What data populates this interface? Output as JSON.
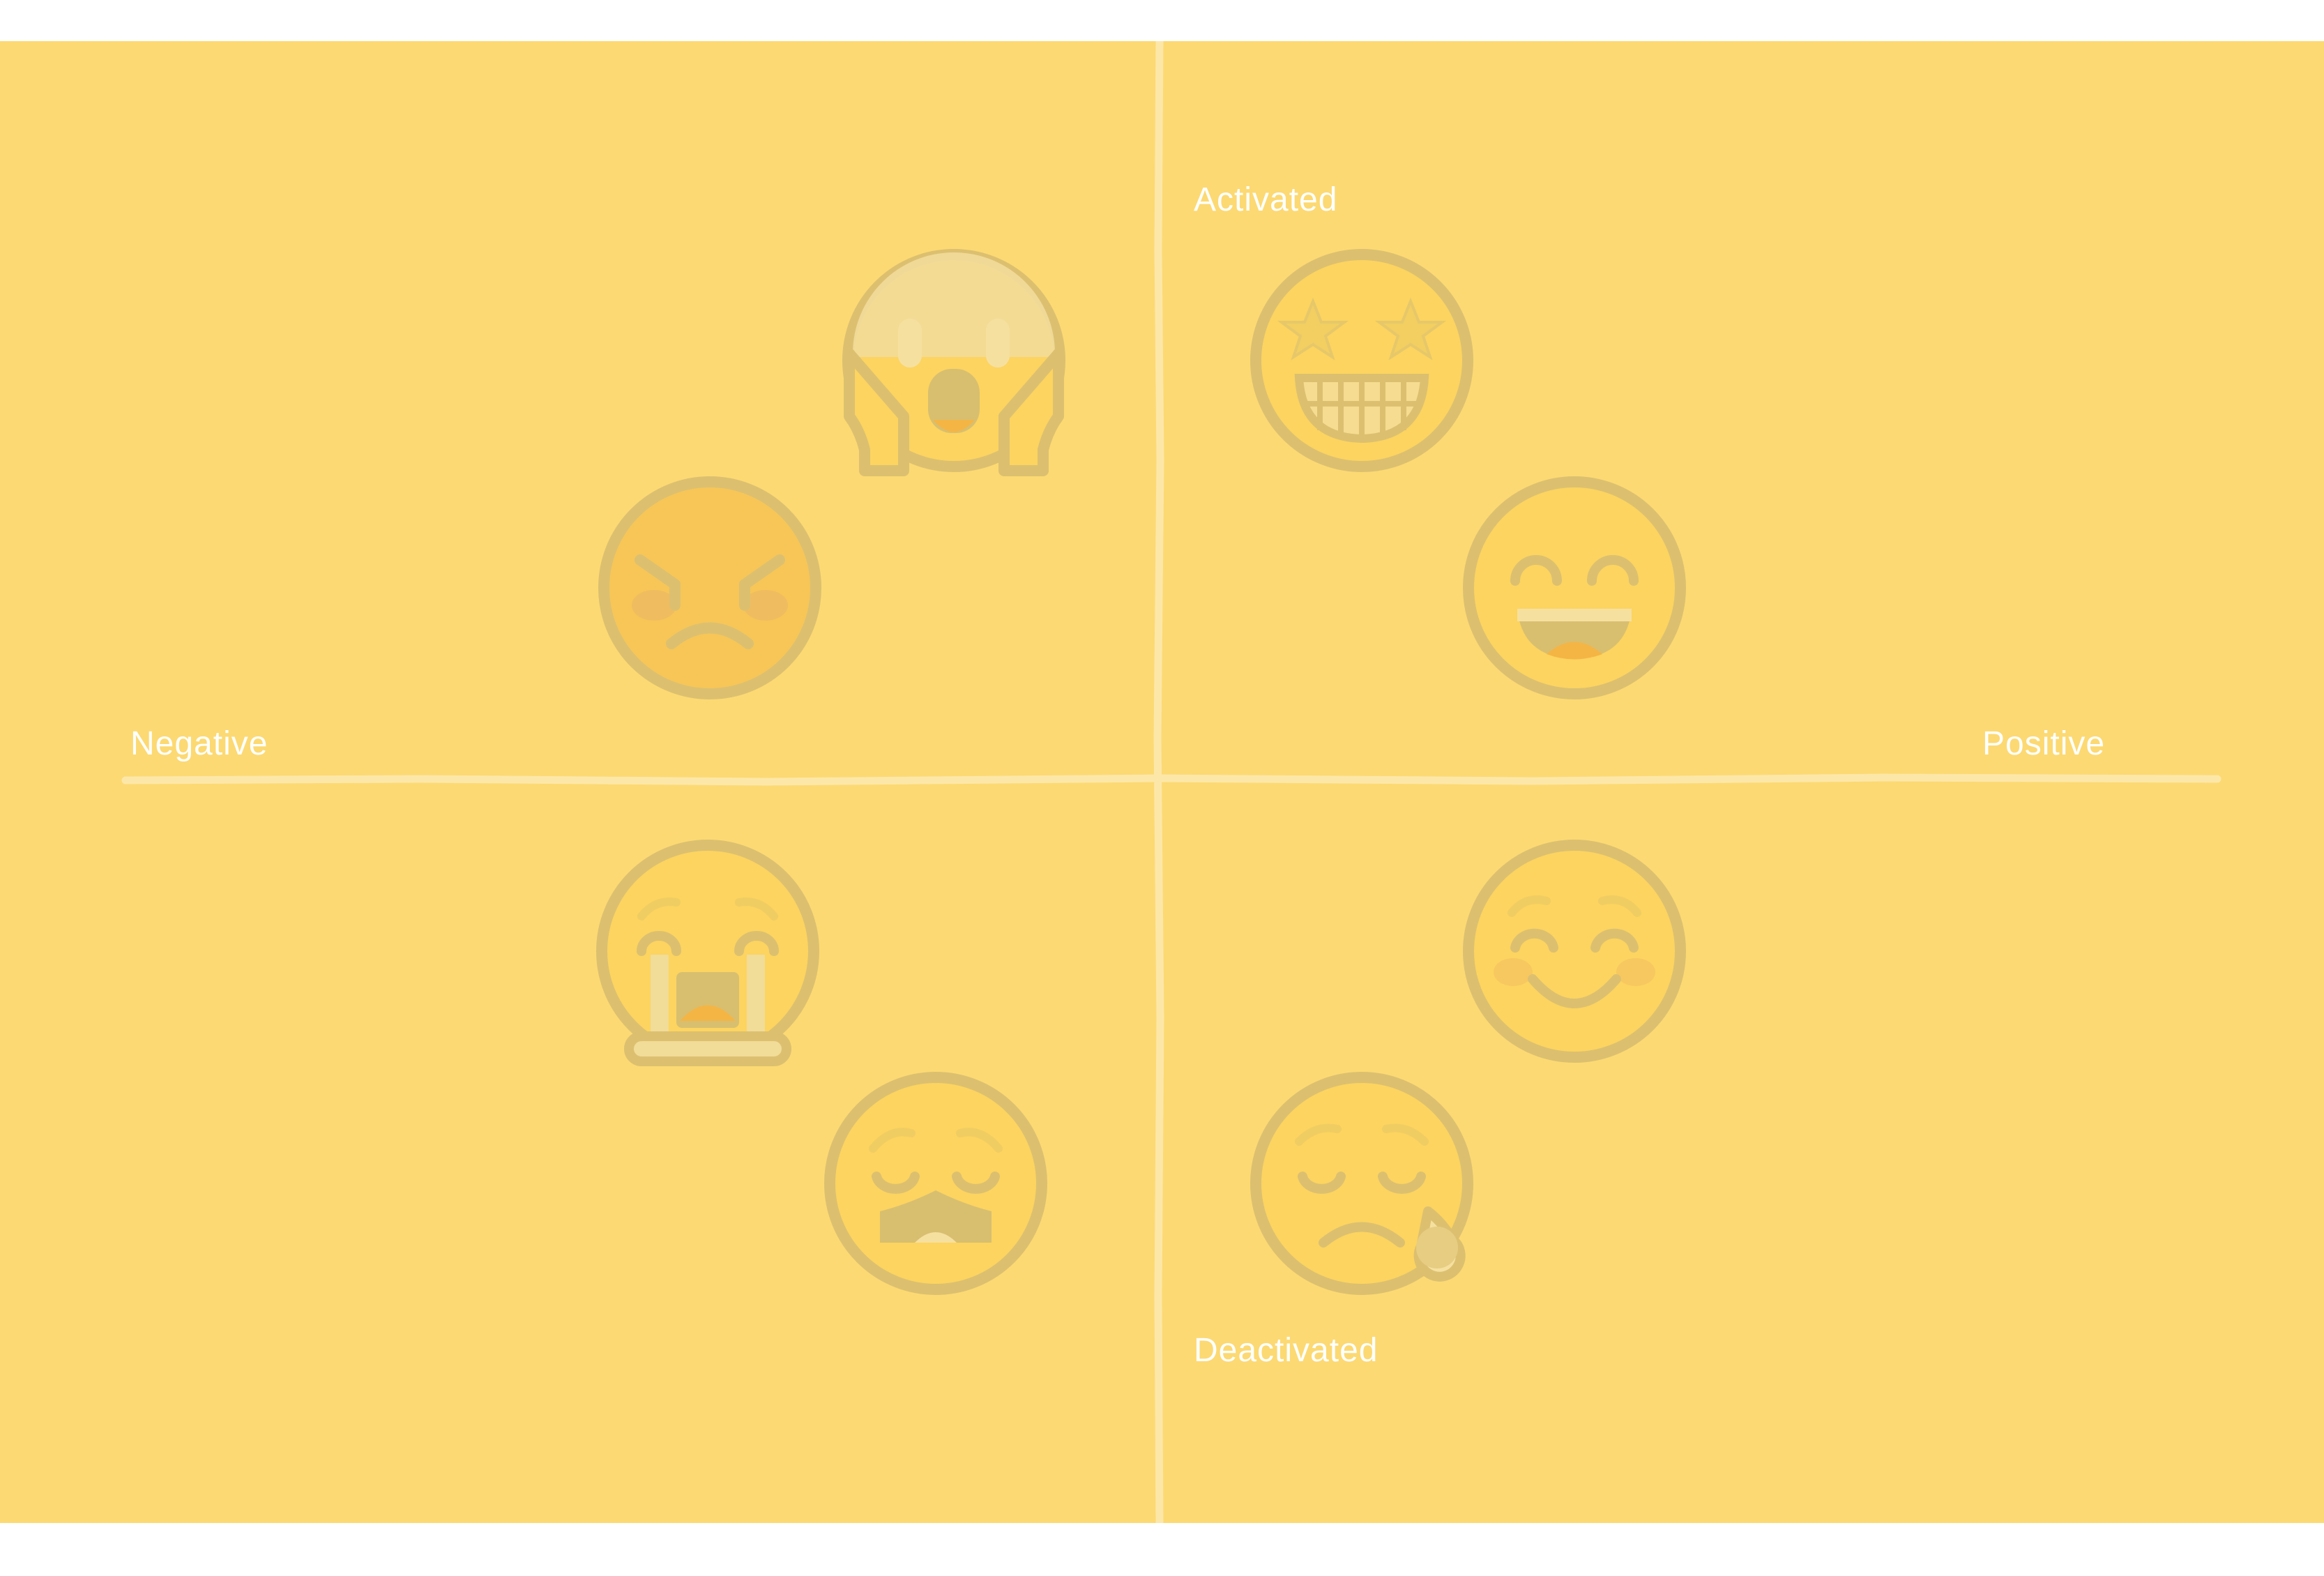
{
  "axes": {
    "top": "Activated",
    "bottom": "Deactivated",
    "left": "Negative",
    "right": "Positive"
  },
  "emojis": [
    {
      "icon": "face-screaming-in-fear-icon",
      "quadrant": "activated-negative"
    },
    {
      "icon": "angry-face-icon",
      "quadrant": "activated-negative"
    },
    {
      "icon": "star-struck-grinning-face-icon",
      "quadrant": "activated-positive"
    },
    {
      "icon": "grinning-squinting-face-icon",
      "quadrant": "activated-positive"
    },
    {
      "icon": "loudly-crying-face-icon",
      "quadrant": "deactivated-negative"
    },
    {
      "icon": "weary-face-icon",
      "quadrant": "deactivated-negative"
    },
    {
      "icon": "smiling-face-with-smiling-eyes-icon",
      "quadrant": "deactivated-positive"
    },
    {
      "icon": "sleepy-face-icon",
      "quadrant": "deactivated-positive"
    }
  ],
  "colors": {
    "background": "#fcd972",
    "face_fill": "#fcd45f",
    "outline": "#dcc070",
    "angry_fill": "#f7c657",
    "axis_line": "#fde7a8",
    "label": "#ffffff"
  }
}
